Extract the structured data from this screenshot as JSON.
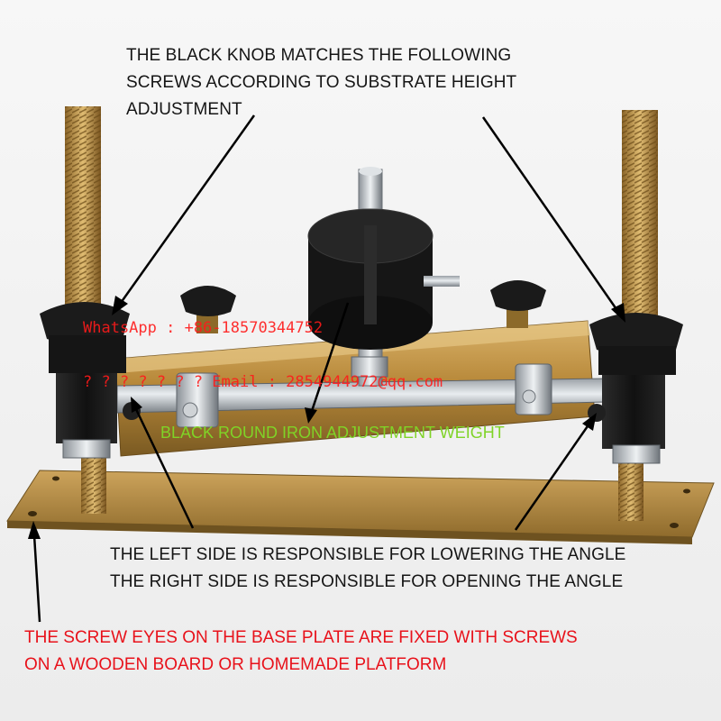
{
  "captions": {
    "top_line1": "THE BLACK KNOB MATCHES THE  FOLLOWING",
    "top_line2": "SCREWS ACCORDING TO SUBSTRATE HEIGHT",
    "top_line3": "ADJUSTMENT",
    "weight": "BLACK ROUND IRON ADJUSTMENT WEIGHT",
    "mid_line1": "THE LEFT SIDE IS RESPONSIBLE FOR LOWERING THE ANGLE",
    "mid_line2": "THE RIGHT SIDE IS RESPONSIBLE FOR OPENING THE ANGLE",
    "bottom_line1": "THE SCREW EYES ON THE BASE PLATE ARE FIXED WITH SCREWS",
    "bottom_line2": "ON A WOODEN BOARD OR HOMEMADE PLATFORM"
  },
  "watermark": {
    "whatsapp": "WhatsApp : +86-18570344752",
    "email": "? ? ? ? ? ? ? Email :  2854944972@qq.com"
  },
  "colors": {
    "caption_dark": "#151515",
    "caption_red": "#e8121b",
    "caption_green": "#7fd327",
    "brass": "#b58a3a",
    "rubber": "#141414"
  }
}
